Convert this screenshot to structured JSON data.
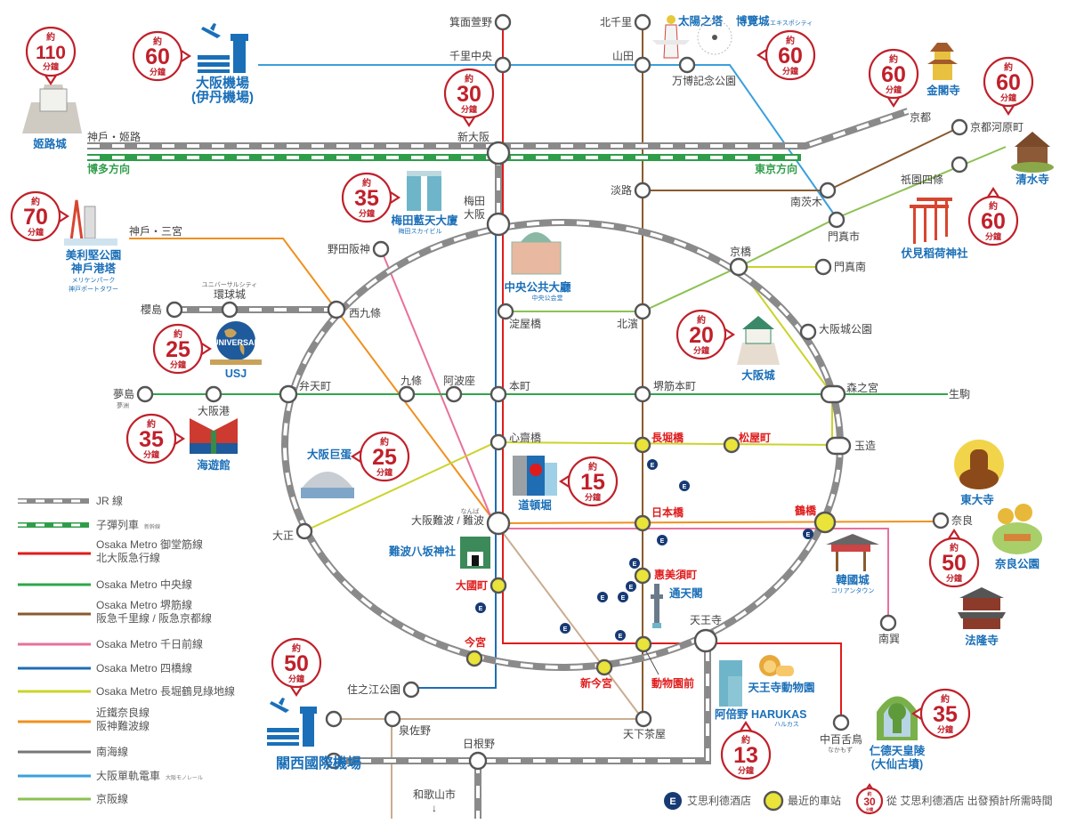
{
  "colors": {
    "midosuji": "#e01b1b",
    "chuo": "#2fa64a",
    "sakaisuji": "#8a5a2e",
    "sennichimae": "#e9709c",
    "yotsubashi": "#1f6db3",
    "nagahori": "#cbd32b",
    "kintetsu": "#f0901f",
    "nankai": "#c9ad8f",
    "monorail": "#3aa0dc",
    "keihan": "#8cc152",
    "jr": "#8a8a8a",
    "shinkansen": "#2f9d4a",
    "landmark": "#1a6fb8",
    "bubble": "#c0202a",
    "hotel": "#173a75",
    "nearest": "#e9e33a"
  },
  "bubble_labels": {
    "approx": "約",
    "minutes": "分鐘"
  },
  "bubbles": {
    "himeji": "110",
    "itami": "60",
    "shin_osaka": "30",
    "expo": "60",
    "kyoto": "60",
    "kawaramachi": "60",
    "fushimi": "60",
    "umeda_sky": "35",
    "kobe": "70",
    "usj": "25",
    "kaiyukan": "35",
    "dome": "25",
    "dotonbori": "15",
    "castle": "20",
    "nara": "50",
    "kix": "50",
    "harukas": "13",
    "nintoku": "35",
    "legend": "30"
  },
  "directions": {
    "hakata": "博多方向",
    "tokyo": "東京方向"
  },
  "stations": {
    "minoh_kayano": "箕面萱野",
    "senri_chuo": "千里中央",
    "shin_osaka": "新大阪",
    "umeda": "梅田",
    "osaka": "大阪",
    "kita_senri": "北千里",
    "yamada": "山田",
    "expo_park": "万博記念公園",
    "awaji": "淡路",
    "minami_ibaraki": "南茨木",
    "kyoto": "京都",
    "kawaramachi": "京都河原町",
    "gion_shijo": "祇園四條",
    "kadoma_shi": "門真市",
    "kadoma_minami": "門真南",
    "kyobashi": "京橋",
    "osakajo_koen": "大阪城公園",
    "morinomiya": "森之宮",
    "ikoma": "生駒",
    "tamatsukuri": "玉造",
    "tsuruhashi": "鶴橋",
    "nara": "奈良",
    "minami_tatsumi": "南巽",
    "tennoji": "天王寺",
    "nakamozu": "中百舌鳥",
    "nakamozu_kana": "なかもず",
    "kobe_himeji": "神戶・姬路",
    "kobe_sannomiya": "神戶・三宮",
    "noda_hanshin": "野田阪神",
    "sakurajima": "櫻島",
    "universal_city": "環球城",
    "universal_city_kana": "ユニバーサルシティ",
    "nishikujo": "西九條",
    "yumeshima": "夢島",
    "yumeshima_kana": "夢洲",
    "osakako": "大阪港",
    "bentencho": "弁天町",
    "kujo": "九條",
    "awaza": "阿波座",
    "hommachi": "本町",
    "sakaisuji_hommachi": "堺筋本町",
    "yodoyabashi": "淀屋橋",
    "kitahama": "北濱",
    "shinsaibashi": "心齋橋",
    "nagahoribashi": "長堀橋",
    "matsuyamachi": "松屋町",
    "taisho": "大正",
    "namba": "大阪難波 / 難波",
    "namba_kana": "なんば",
    "nippombashi": "日本橋",
    "daikokucho": "大國町",
    "ebisucho": "惠美須町",
    "imamiya": "今宮",
    "shin_imamiya": "新今宮",
    "dobutsuen_mae": "動物園前",
    "suminoe_koen": "住之江公園",
    "tengachaya": "天下茶屋",
    "izumisano": "泉佐野",
    "hineno": "日根野",
    "wakayamashi": "和歌山市",
    "wakayamashi_arrow": "↓"
  },
  "landmarks": {
    "himeji_castle": "姬路城",
    "itami_1": "大阪機場",
    "itami_2": "(伊丹機場)",
    "tower_of_sun": "太陽之塔",
    "expocity": "博覽城",
    "expocity_kana": "エキスポシティ",
    "kinkakuji": "金閣寺",
    "kiyomizu": "清水寺",
    "fushimi_inari": "伏見稻荷神社",
    "umeda_sky": "梅田藍天大廈",
    "umeda_sky_kana": "梅田スカイビル",
    "meriken_1": "美利堅公園",
    "meriken_2": "神戶港塔",
    "meriken_kana_1": "メリケンパーク",
    "meriken_kana_2": "神戸ポートタワー",
    "central_hall": "中央公共大廳",
    "central_hall_kana": "中央公会堂",
    "usj": "USJ",
    "usj_globe_text": "UNIVERSAL",
    "kaiyukan": "海遊館",
    "kyocera_dome": "大阪巨蛋",
    "osaka_castle": "大阪城",
    "dotonbori": "道頓堀",
    "namba_yasaka": "難波八坂神社",
    "tsutenkaku": "通天閣",
    "todaiji": "東大寺",
    "nara_park": "奈良公園",
    "koreatown": "韓國城",
    "koreatown_kana": "コリアンタウン",
    "horyuji": "法隆寺",
    "tennoji_zoo": "天王寺動物園",
    "harukas": "阿倍野 HARUKAS",
    "harukas_kana": "ハルカス",
    "nintoku_1": "仁德天皇陵",
    "nintoku_2": "(大仙古墳)",
    "kix": "關西國際機場"
  },
  "legend": {
    "jr": "JR 線",
    "shinkansen": "子彈列車",
    "shinkansen_sub": "新幹線",
    "midosuji_1": "Osaka Metro 御堂筋線",
    "midosuji_2": "北大阪急行線",
    "chuo": "Osaka Metro 中央線",
    "sakaisuji_1": "Osaka Metro 堺筋線",
    "sakaisuji_2": "阪急千里線 / 阪急京都線",
    "sennichimae": "Osaka Metro 千日前線",
    "yotsubashi": "Osaka Metro 四橋線",
    "nagahori": "Osaka Metro 長堀鶴見綠地線",
    "kintetsu_1": "近鐵奈良線",
    "kintetsu_2": "阪神難波線",
    "nankai": "南海線",
    "monorail": "大阪單軌電車",
    "monorail_sub": "大阪モノレール",
    "keihan": "京阪線",
    "hotel": "艾思利德酒店",
    "nearest": "最近的車站",
    "time": "從 艾思利德酒店 出發預計所需時間",
    "hotel_icon_letter": "E"
  }
}
